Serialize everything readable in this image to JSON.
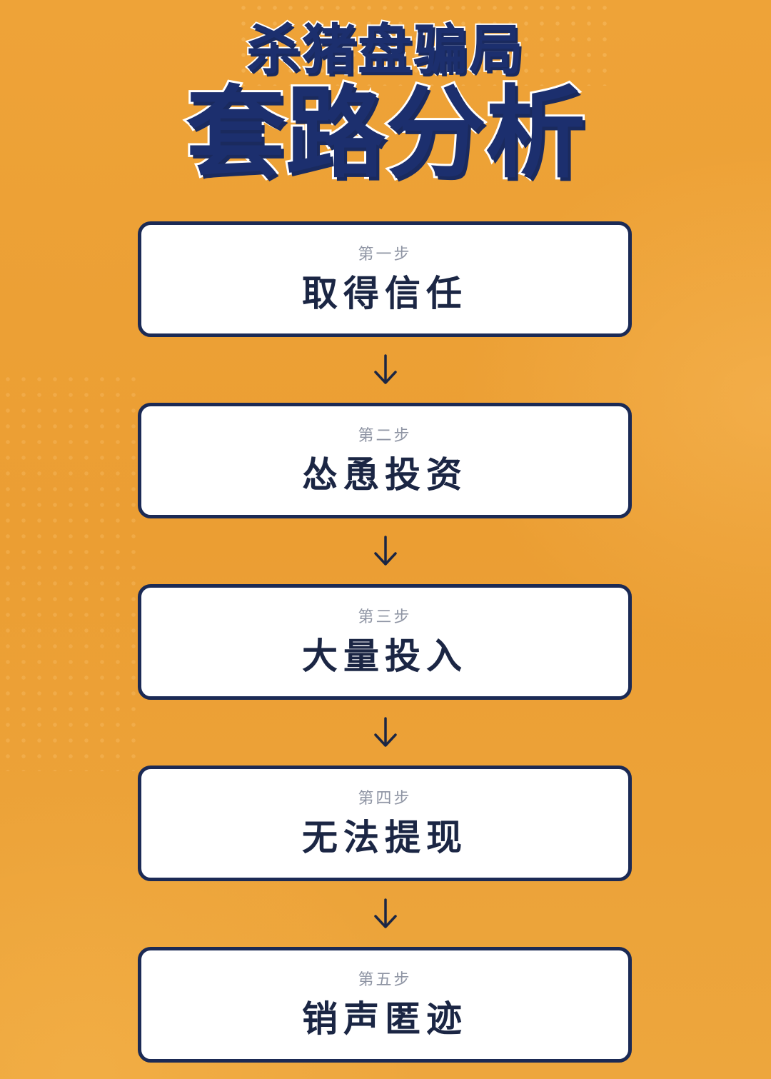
{
  "header": {
    "title_small": "杀猪盘骗局",
    "title_big": "套路分析"
  },
  "steps": [
    {
      "label": "第一步",
      "title": "取得信任"
    },
    {
      "label": "第二步",
      "title": "怂恿投资"
    },
    {
      "label": "第三步",
      "title": "大量投入"
    },
    {
      "label": "第四步",
      "title": "无法提现"
    },
    {
      "label": "第五步",
      "title": "销声匿迹"
    }
  ],
  "colors": {
    "background": "#eda137",
    "card_border": "#1b2a55",
    "title_fill": "#1c2f6e",
    "step_text": "#1b2644",
    "step_label": "#8e94a3"
  },
  "icons": {
    "arrow": "arrow-down-icon"
  }
}
